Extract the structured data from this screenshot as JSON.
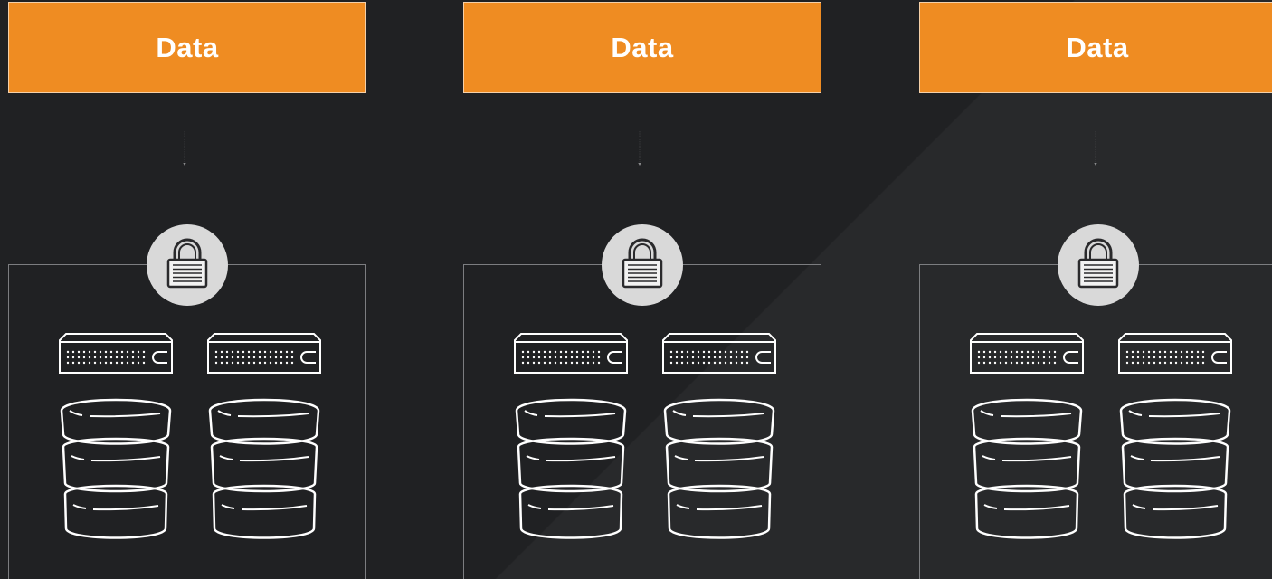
{
  "columns": [
    {
      "label": "Data"
    },
    {
      "label": "Data"
    },
    {
      "label": "Data"
    }
  ],
  "colors": {
    "background": "#202123",
    "data_box": "#ef8c22",
    "frame_border": "#7c7d80",
    "lock_badge": "#d9d9d9",
    "icon_stroke": "#ffffff",
    "connector": "#8a8b8d"
  }
}
